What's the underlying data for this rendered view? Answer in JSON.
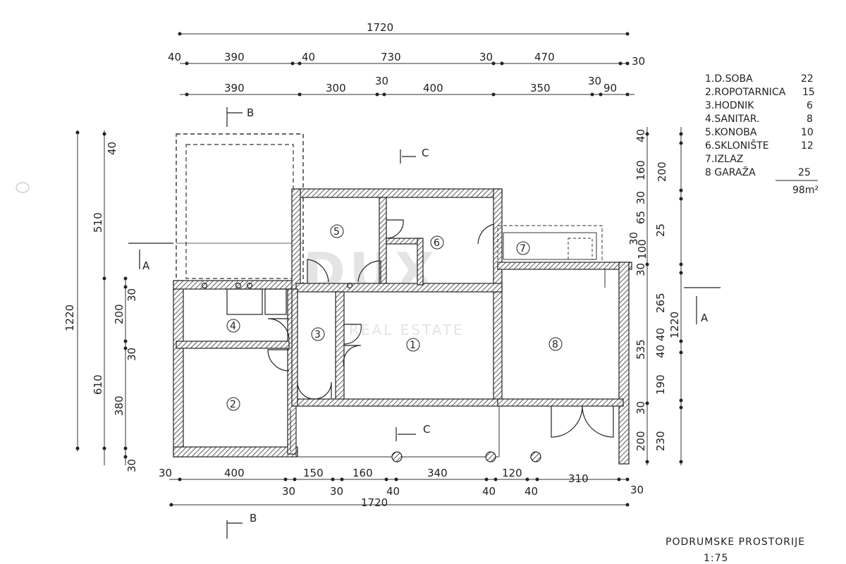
{
  "dimensions": {
    "top_total": "1720",
    "top_row1": [
      "40",
      "390",
      "40",
      "730",
      "30",
      "470",
      "30"
    ],
    "top_row2": [
      "390",
      "300",
      "30",
      "400",
      "350",
      "30",
      "90"
    ],
    "bottom_row1": [
      "30",
      "400",
      "150",
      "160",
      "340",
      "120",
      "310"
    ],
    "bottom_row2": [
      "30",
      "30",
      "40",
      "40",
      "40",
      "30"
    ],
    "bottom_total": "1720",
    "left_total": "1220",
    "left_row1": [
      "510",
      "610"
    ],
    "left_row2": [
      "40",
      "200",
      "30",
      "380",
      "30",
      "30"
    ],
    "right_total": "1220",
    "right_row1": [
      "200",
      "535",
      "200"
    ],
    "right_row2": [
      "40",
      "160",
      "30",
      "65",
      "30",
      "100",
      "25",
      "30",
      "265",
      "40",
      "40",
      "190",
      "30",
      "230"
    ]
  },
  "legend": {
    "items": [
      {
        "label": "1.D.SOBA",
        "value": "22"
      },
      {
        "label": "2.ROPOTARNICA",
        "value": "15"
      },
      {
        "label": "3.HODNIK",
        "value": "6"
      },
      {
        "label": "4.SANITAR.",
        "value": "8"
      },
      {
        "label": "5.KONOBA",
        "value": "10"
      },
      {
        "label": "6.SKLONIŠTE",
        "value": "12"
      },
      {
        "label": "7.IZLAZ",
        "value": ""
      },
      {
        "label": "8 GARAŽA",
        "value": "25"
      }
    ],
    "total": "98m²"
  },
  "rooms": [
    "1",
    "2",
    "3",
    "4",
    "5",
    "6",
    "7",
    "8"
  ],
  "sections": {
    "a": "A",
    "b": "B",
    "c": "C"
  },
  "title": {
    "name": "PODRUMSKE PROSTORIJE",
    "scale": "1:75"
  },
  "watermark": {
    "logo": "DUX",
    "sub": "REAL ESTATE"
  }
}
